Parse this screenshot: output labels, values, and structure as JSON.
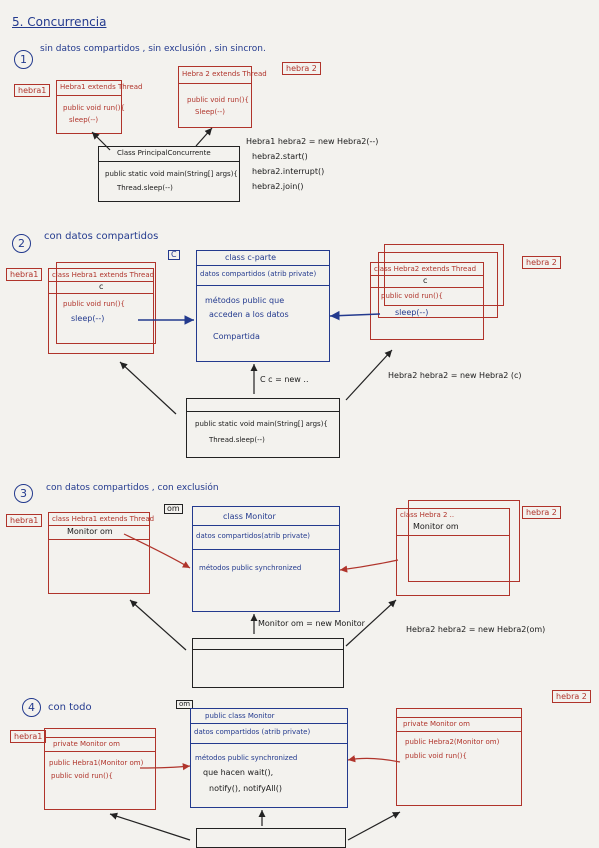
{
  "title": "5. Concurrencia",
  "sections": {
    "s1": {
      "number": "1",
      "heading": "sin datos compartidos , sin exclusión , sin sincron.",
      "hebra1_tag": "hebra1",
      "hebra2_tag": "hebra 2",
      "hebra1_class": "Hebra1 extends Thread",
      "hebra1_method": "public void run(){",
      "hebra1_sleep": "sleep(--)",
      "hebra2_class": "Hebra 2 extends Thread",
      "hebra2_method": "public void run(){",
      "hebra2_sleep": "Sleep(--)",
      "main_class": "Class PrincipalConcurrente",
      "main_method": "public static void main(String[] args){",
      "main_sleep": "Thread.sleep(--)",
      "code": [
        "Hebra1 hebra2 = new Hebra2(--)",
        "hebra2.start()",
        "hebra2.interrupt()",
        "hebra2.join()"
      ]
    },
    "s2": {
      "number": "2",
      "heading": "con datos compartidos",
      "c_tag": "C",
      "hebra1_tag": "hebra1",
      "hebra2_tag": "hebra 2",
      "hebra1_class": "class Hebra1 extends Thread",
      "hebra1_c": "c",
      "hebra1_method": "public void run(){",
      "hebra1_sleep": "sleep(--)",
      "center_class": "class c-parte",
      "center_data": "datos compartidos (atrib private)",
      "center_methods": "métodos public que",
      "center_methods2": "acceden a los datos",
      "center_ctor": "Compartida",
      "hebra2_class": "class Hebra2 extends Thread",
      "hebra2_c": "c",
      "hebra2_method": "public void run(){",
      "hebra2_sleep": "sleep(--)",
      "new_c": "C c = new ..",
      "main_method": "public static void main(String[] args){",
      "main_sleep": "Thread.sleep(--)",
      "code": "Hebra2 hebra2 = new Hebra2 (c)"
    },
    "s3": {
      "number": "3",
      "heading": "con datos compartidos , con exclusión",
      "om_tag": "om",
      "hebra1_tag": "hebra1",
      "hebra2_tag": "hebra 2",
      "hebra1_class": "class Hebra1 extends Thread",
      "hebra1_field": "Monitor om",
      "center_class": "class Monitor",
      "center_data": "datos compartidos(atrib private)",
      "center_methods": "métodos public synchronized",
      "hebra2_class": "class Hebra 2 ..",
      "hebra2_field": "Monitor om",
      "new_monitor": "Monitor om = new Monitor",
      "code": "Hebra2 hebra2 = new Hebra2(om)"
    },
    "s4": {
      "number": "4",
      "heading": "con todo",
      "om_tag": "om",
      "hebra1_tag": "hebra1",
      "hebra2_tag": "hebra 2",
      "hebra1_field": "private Monitor om",
      "hebra1_ctor": "public Hebra1(Monitor om)",
      "hebra1_method": "public void run(){",
      "center_class": "public class Monitor",
      "center_data": "datos compartidos (atrib private)",
      "center_methods": "métodos public synchronized",
      "center_calls": "que hacen wait(),",
      "center_notify": "notify(), notifyAll()",
      "hebra2_field": "private Monitor om",
      "hebra2_ctor": "public Hebra2(Monitor om)",
      "hebra2_method": "public void run(){"
    }
  }
}
